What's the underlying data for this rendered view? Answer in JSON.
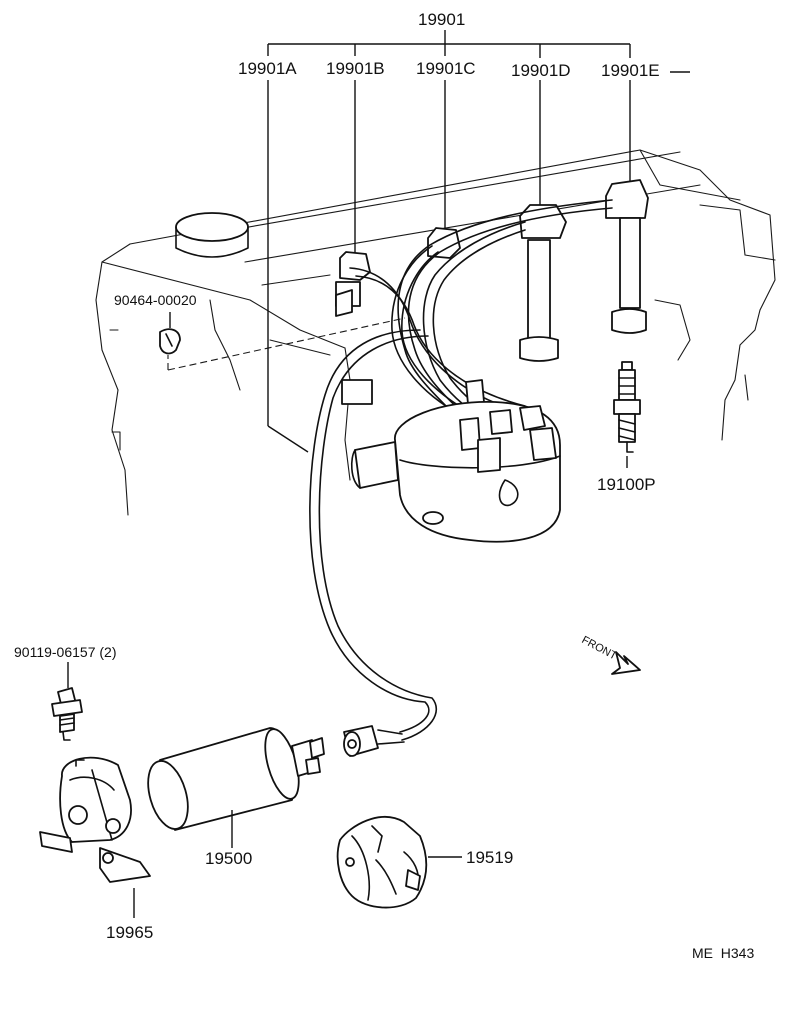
{
  "callouts": {
    "assembly": "19901",
    "wire_a": "19901A",
    "wire_b": "19901B",
    "wire_c": "19901C",
    "wire_d": "19901D",
    "wire_e": "19901E",
    "clamp": "90464-00020",
    "spark_plug": "19100P",
    "bolt": "90119-06157 (2)",
    "coil": "19500",
    "bracket": "19965",
    "cap_cover": "19519"
  },
  "front_indicator": "FRONT",
  "footer_code": "ME  H343"
}
